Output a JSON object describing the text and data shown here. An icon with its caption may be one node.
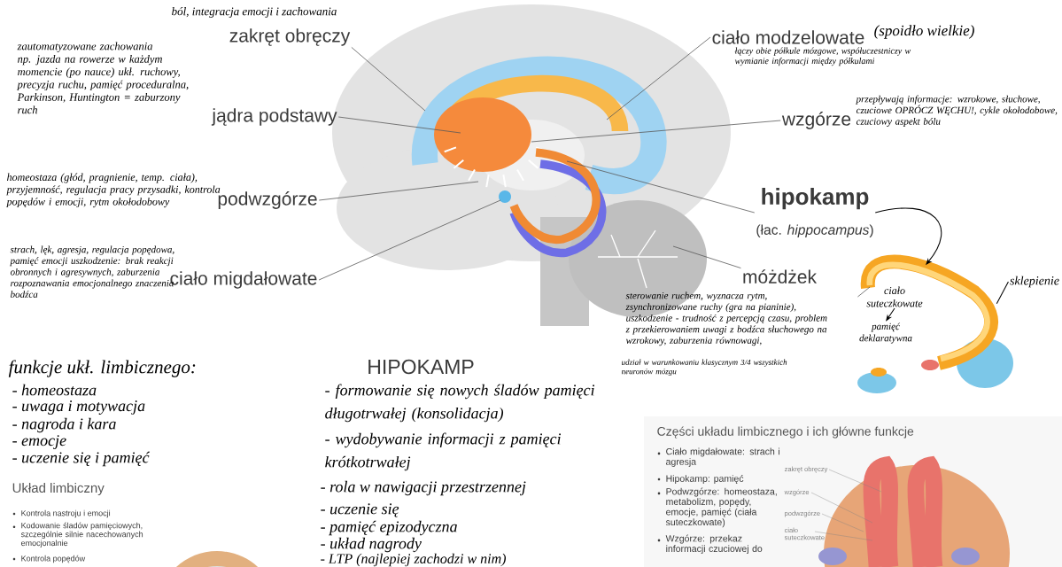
{
  "diagram": {
    "nodes": [
      {
        "text": [
          "zakręt obręczy"
        ],
        "beside": [
          "ból, integracja emocji i zachowania"
        ]
      },
      {
        "text": [
          "jądra podstawy"
        ],
        "beside": [
          "zautomatyzowane zachowania np. jazda na rowerze w każdym momencie (po nauce) ukł. ruchowy, precyzja ruchu, pamięć proceduralna, Parkinson, Huntington = zaburzony ruch"
        ]
      },
      {
        "text": [
          "podwzgórze"
        ],
        "beside": [
          "homeostaza (głód, pragnienie, temp. ciała), przyjemność, regulacja pracy przysadki, kontrola popędów i emocji, rytm okołodobowy"
        ]
      },
      {
        "text": [
          "ciało migdałowate"
        ],
        "beside": [
          "strach, lęk, agresja, regulacja popędowa, pamięć emocji uszkodzenie: brak reakcji obronnych i agresywnych, zaburzenia rozpoznawania emocjonalnego znaczenia bodźca"
        ]
      },
      {
        "text": [
          "ciało modzelowate"
        ],
        "beside": [
          "(spoidło wielkie)",
          "łączy obie półkule mózgowe, współuczestniczy w wymianie informacji między półkulami"
        ]
      },
      {
        "text": [
          "wzgórze"
        ],
        "beside": [
          "przepływają informacje: wzrokowe, słuchowe, czuciowe OPRÓCZ WĘCHU!, cykle okołodobowe, czuciowy aspekt bólu"
        ]
      },
      {
        "text": [
          "hipokamp",
          "(łac. *hippocampus*)"
        ]
      },
      {
        "text": [
          "móżdżek"
        ],
        "beside": [
          "sterowanie ruchem, wyznacza rytm, zsynchronizowane ruchy (gra na pianinie), uszkodzenie - trudność z percepcją czasu, problem z przekierowaniem uwagi z bodźca słuchowego na wzrokowy, zaburzenia równowagi,",
          "udział w warunkowaniu klasycznym 3/4 wszystkich neuronów mózgu"
        ]
      },
      {
        "text": [],
        "shape": "picture"
      },
      {
        "text": [
          "ciało suteczkowate"
        ],
        "in": 8
      },
      {
        "text": [
          "sklepienie"
        ]
      },
      {
        "text": [
          "pamięć deklaratywna"
        ],
        "in": 8
      }
    ],
    "edges": [
      {
        "from": 0,
        "to": null,
        "arrow": "none"
      },
      {
        "from": 1,
        "to": null,
        "arrow": "none"
      },
      {
        "from": 2,
        "to": null,
        "arrow": "none"
      },
      {
        "from": 3,
        "to": null,
        "arrow": "none"
      },
      {
        "from": 4,
        "to": null,
        "arrow": "none"
      },
      {
        "from": 5,
        "to": null,
        "arrow": "none"
      },
      {
        "from": 6,
        "to": null,
        "arrow": "none"
      },
      {
        "from": 7,
        "to": null,
        "arrow": "none"
      },
      {
        "from": 6,
        "to": 8,
        "arrow": "to"
      },
      {
        "from": 9,
        "to": null,
        "arrow": "none"
      },
      {
        "from": 10,
        "to": 8,
        "arrow": "none"
      },
      {
        "from": 9,
        "to": 11,
        "arrow": "to"
      }
    ],
    "labels": [
      "funkcje ukł. limbicznego:",
      "- homeostaza",
      "- uwaga i motywacja",
      "- nagroda i kara",
      "- emocje",
      "- uczenie się i pamięć",
      "Układ limbiczny",
      "Kontrola nastroju i emocji",
      "Kodowanie śladów pamięciowych, szczególnie silnie nacechowanych emocjonalnie",
      "Kontrola popędów",
      "HIPOKAMP",
      "- formowanie się nowych śladów pamięci długotrwałej (konsolidacja)",
      "- wydobywanie informacji z pamięci krótkotrwałej",
      "- rola w nawigacji przestrzennej",
      "- uczenie się",
      "- pamięć epizodyczna",
      "- układ nagrody",
      "- LTP (najlepiej zachodzi w nim)",
      "Części układu limbicznego i ich główne funkcje",
      "Ciało migdałowate: strach i agresja",
      "Hipokamp: pamięć",
      "Podwzgórze: homeostaza, metabolizm, popędy, emocje, pamięć (ciała suteczkowate)",
      "Wzgórze: przekaz informacji czuciowej do",
      "zakręt obręczy",
      "wzgórze",
      "podwzgórze",
      "ciało suteczkowate"
    ]
  }
}
